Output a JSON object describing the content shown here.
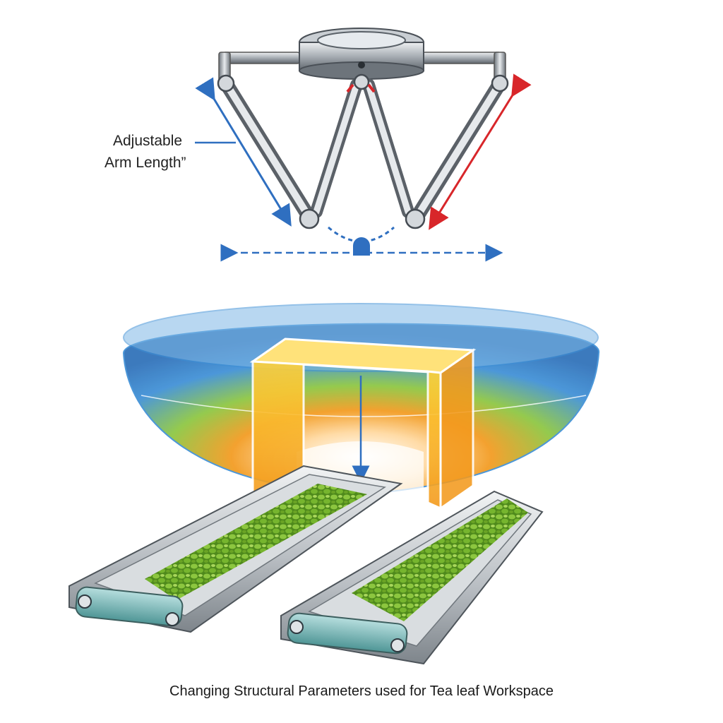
{
  "annotation": {
    "line1": "Adjustable",
    "line2": "Arm Length”"
  },
  "caption": "Changing Structural Parameters used for Tea leaf Workspace",
  "colors": {
    "frame_metal": "#9aa1a8",
    "arrow_blue": "#2f6fc0",
    "arrow_red": "#d8262a",
    "workspace_blue": "#3d8fd6",
    "workspace_green": "#8cc63f",
    "workspace_orange": "#f39a1e",
    "block_yellow": "#ffd23a",
    "tea_green": "#6aa325",
    "conveyor_steel": "#b9bec3",
    "roller_teal": "#6fb0b0"
  },
  "icons": [
    "delta-robot",
    "dimension-arrow",
    "workspace-dome",
    "conveyor-belt",
    "tea-leaves"
  ]
}
